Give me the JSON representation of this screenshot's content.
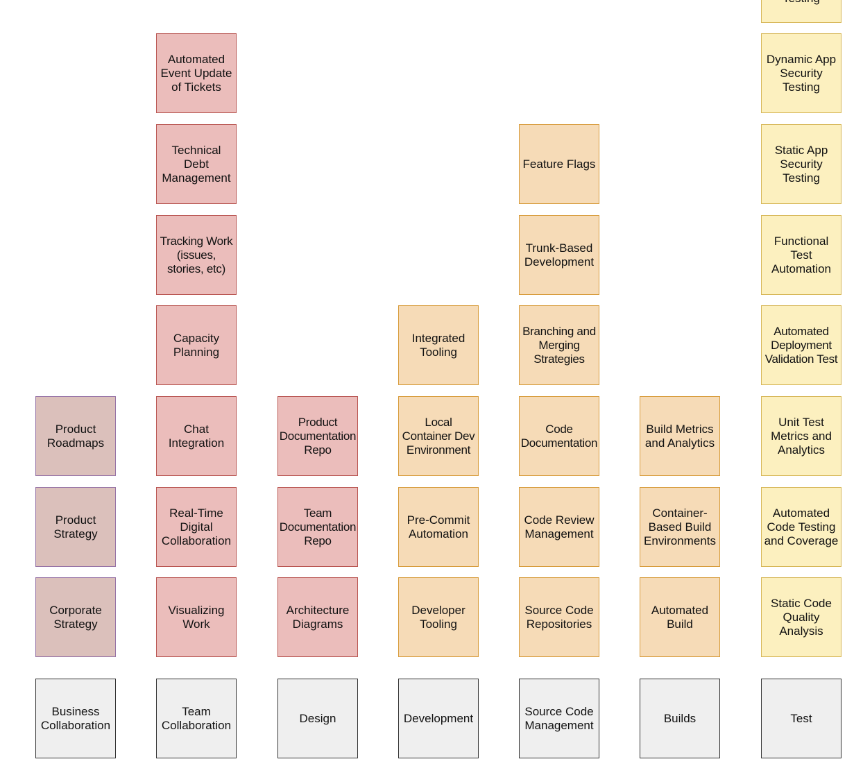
{
  "columns": [
    {
      "id": "business",
      "header": "Business\nCollaboration",
      "items": [
        "Corporate\nStrategy",
        "Product\nStrategy",
        "Product\nRoadmaps"
      ]
    },
    {
      "id": "team",
      "header": "Team\nCollaboration",
      "items": [
        "Visualizing\nWork",
        "Real-Time\nDigital\nCollaboration",
        "Chat\nIntegration",
        "Capacity\nPlanning",
        "Tracking Work\n(issues,\nstories, etc)",
        "Technical\nDebt\nManagement",
        "Automated\nEvent Update\nof Tickets"
      ]
    },
    {
      "id": "design",
      "header": "Design",
      "items": [
        "Architecture\nDiagrams",
        "Team\nDocumentation\nRepo",
        "Product\nDocumentation\nRepo"
      ]
    },
    {
      "id": "development",
      "header": "Development",
      "items": [
        "Developer\nTooling",
        "Pre-Commit\nAutomation",
        "Local\nContainer Dev\nEnvironment",
        "Integrated\nTooling"
      ]
    },
    {
      "id": "scm",
      "header": "Source Code\nManagement",
      "items": [
        "Source Code\nRepositories",
        "Code Review\nManagement",
        "Code\nDocumentation",
        "Branching and\nMerging\nStrategies",
        "Trunk-Based\nDevelopment",
        "Feature Flags"
      ]
    },
    {
      "id": "builds",
      "header": "Builds",
      "items": [
        "Automated\nBuild",
        "Container-\nBased Build\nEnvironments",
        "Build Metrics\nand Analytics"
      ]
    },
    {
      "id": "test",
      "header": "Test",
      "items": [
        "Static Code\nQuality\nAnalysis",
        "Automated\nCode Testing\nand Coverage",
        "Unit Test\nMetrics and\nAnalytics",
        "Automated\nDeployment\nValidation Test",
        "Functional\nTest\nAutomation",
        "Static App\nSecurity\nTesting",
        "Dynamic App\nSecurity\nTesting",
        "Testing"
      ]
    }
  ],
  "colors": {
    "business": "#dbc0bb",
    "team": "#ebbdbb",
    "design": "#ebbdbb",
    "development": "#f6dbb7",
    "scm": "#f6dbb7",
    "builds": "#f6dbb7",
    "test": "#fcf0bf",
    "header": "#efefef"
  }
}
